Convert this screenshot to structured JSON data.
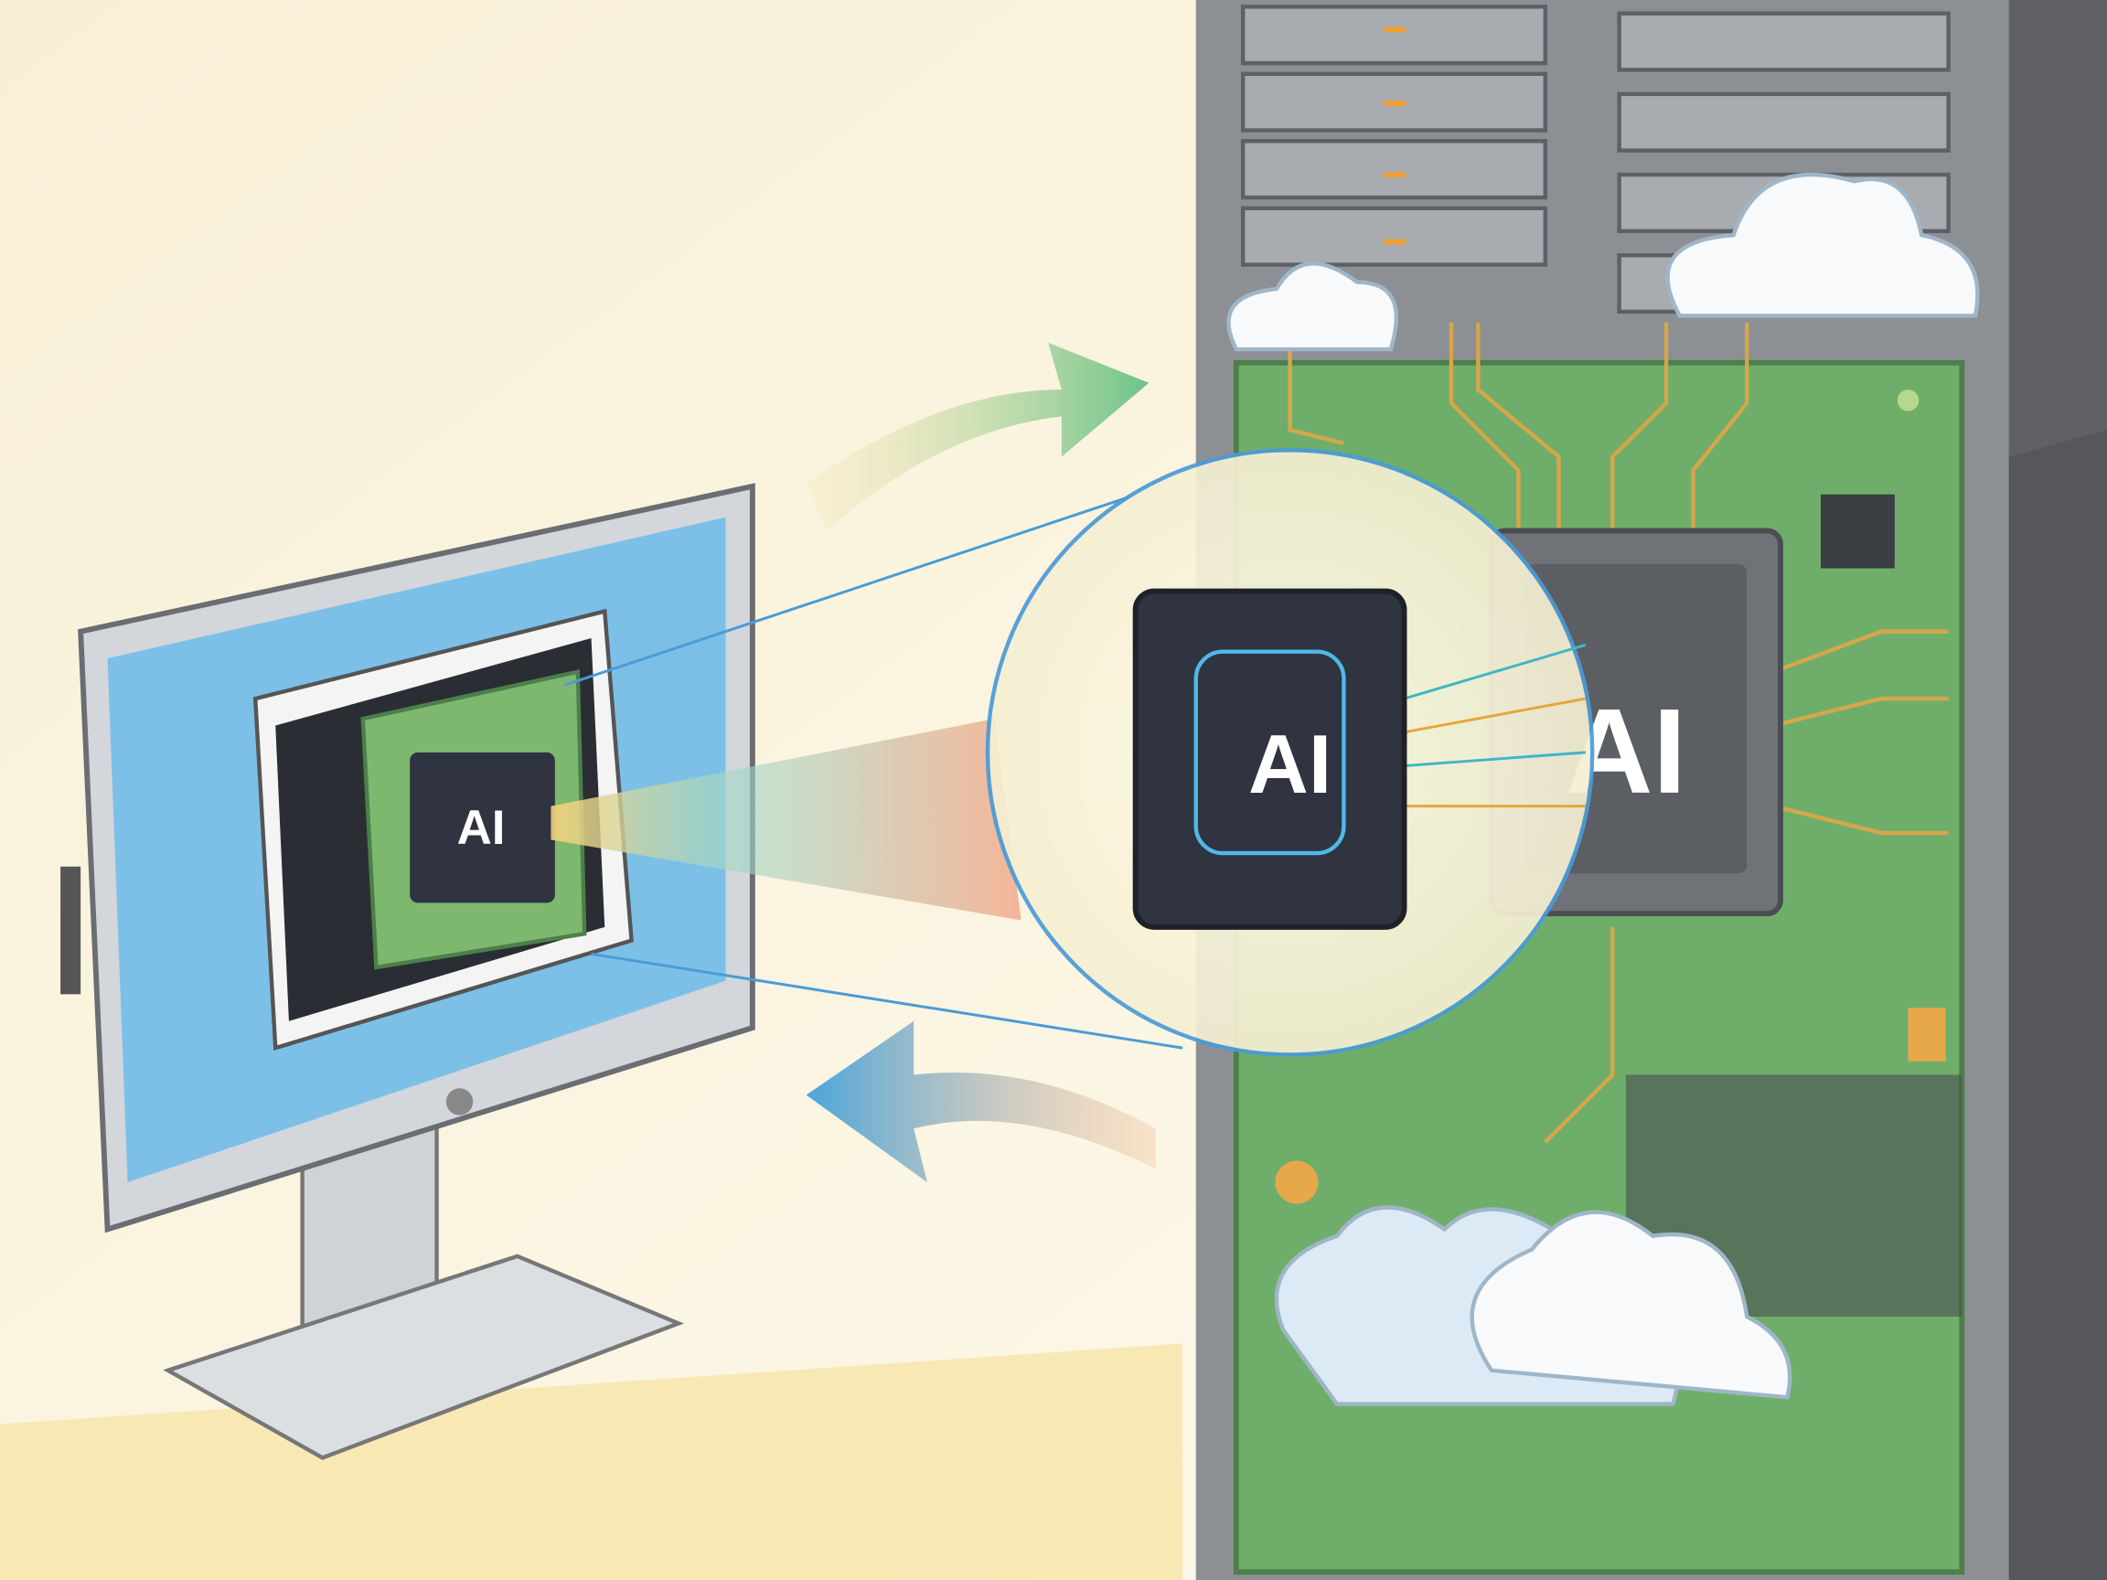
{
  "labels": {
    "monitor_chip": "AI",
    "magnified_chip": "AI",
    "server_chip": "AI"
  },
  "colors": {
    "background": "#fbf6e4",
    "screen": "#7cc0e8",
    "pcb": "#6fae6a",
    "rack": "#8c8f94",
    "accent_blue": "#4a9bd8",
    "arrow_green": "#6cc38a"
  }
}
